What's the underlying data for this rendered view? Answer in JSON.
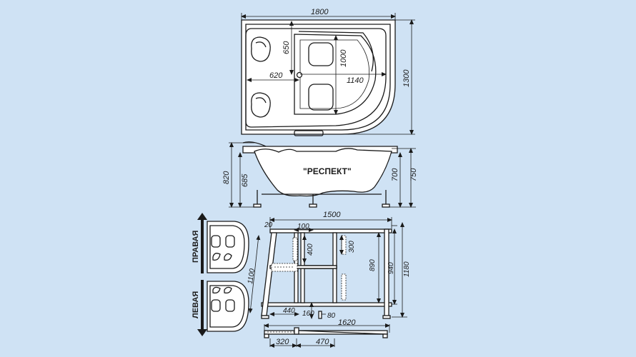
{
  "colors": {
    "background": "#cfe2f4",
    "line": "#1a1a1a",
    "fill": "#ffffff",
    "arrow": "#1a1a1a"
  },
  "top_view": {
    "width_dim": "1800",
    "height_dim": "1300",
    "dim_650": "650",
    "dim_1000": "1000",
    "dim_620": "620",
    "dim_1140": "1140"
  },
  "side_view": {
    "model_name": "\"РЕСПЕКТ\"",
    "dim_820": "820",
    "dim_685": "685",
    "dim_700": "700",
    "dim_750": "750"
  },
  "orientation": {
    "right_label": "ПРАВАЯ",
    "left_label": "ЛЕВАЯ"
  },
  "frame_view": {
    "dim_1500": "1500",
    "dim_20": "20",
    "dim_100": "100",
    "dim_400": "400",
    "dim_300": "300",
    "dim_890": "890",
    "dim_940": "940",
    "dim_1180": "1180",
    "dim_1100": "1100",
    "dim_440": "440",
    "dim_160": "160",
    "dim_80": "80"
  },
  "bottom_view": {
    "dim_1620": "1620",
    "dim_320": "320",
    "dim_470": "470"
  }
}
